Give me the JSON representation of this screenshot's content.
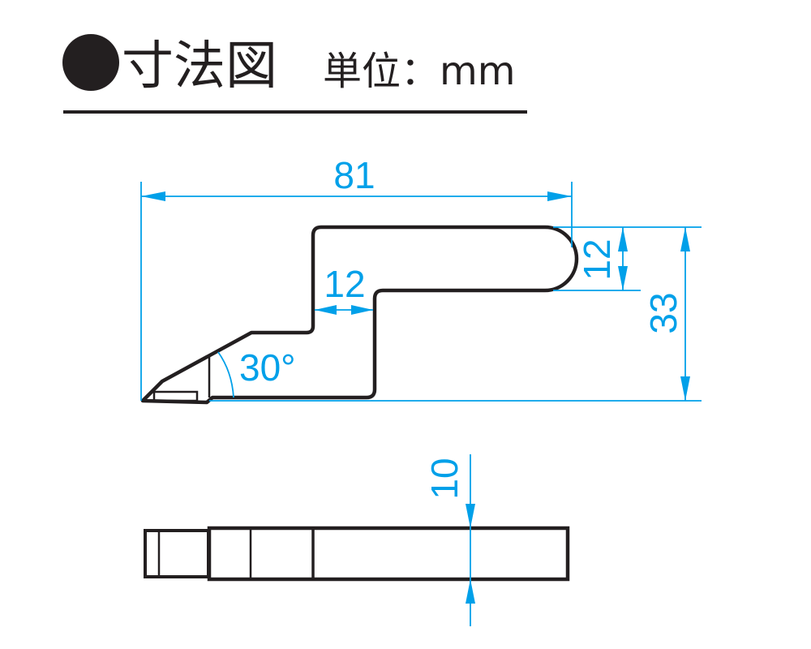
{
  "header": {
    "title": "寸法図",
    "unit_label": "単位：mm"
  },
  "colors": {
    "dimension": "#00a0e9",
    "outline": "#231f20"
  },
  "side_view": {
    "overall_length": "81",
    "head_height": "12",
    "total_height": "33",
    "neck_width": "12",
    "edge_angle": "30°"
  },
  "top_view": {
    "thickness": "10"
  }
}
